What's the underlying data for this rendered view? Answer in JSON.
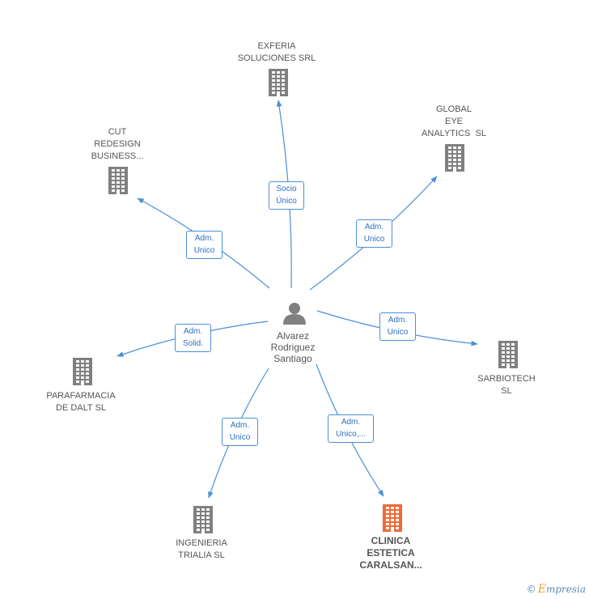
{
  "center": {
    "name": "Alvarez\nRodriguez\nSantiago"
  },
  "companies": [
    {
      "id": "exferia",
      "name": "EXFERIA\nSOLUCIONES SRL",
      "highlight": false
    },
    {
      "id": "global",
      "name": "GLOBAL\nEYE\nANALYTICS  SL",
      "highlight": false
    },
    {
      "id": "cut",
      "name": "CUT\nREDESIGN\nBUSINESS...",
      "highlight": false
    },
    {
      "id": "sarbiotech",
      "name": "SARBIOTECH\nSL",
      "highlight": false
    },
    {
      "id": "parafarmacia",
      "name": "PARAFARMACIA\nDE DALT SL",
      "highlight": false
    },
    {
      "id": "ingenieria",
      "name": "INGENIERIA\nTRIALIA SL",
      "highlight": false
    },
    {
      "id": "clinica",
      "name": "CLINICA\nESTETICA\nCARALSAN...",
      "highlight": true
    }
  ],
  "relations": [
    {
      "to": "exferia",
      "label": "Socio\nÚnico"
    },
    {
      "to": "global",
      "label": "Adm.\nUnico"
    },
    {
      "to": "cut",
      "label": "Adm.\nUnico"
    },
    {
      "to": "sarbiotech",
      "label": "Adm.\nUnico"
    },
    {
      "to": "parafarmacia",
      "label": "Adm.\nSolid."
    },
    {
      "to": "ingenieria",
      "label": "Adm.\nUnico"
    },
    {
      "to": "clinica",
      "label": "Adm.\nUnico,..."
    }
  ],
  "colors": {
    "edge": "#4a90d9",
    "building": "#808080",
    "building_highlight": "#f06a35",
    "person": "#808080"
  },
  "footer": {
    "copyright": "©",
    "brand_initial": "E",
    "brand_rest": "mpresia"
  }
}
